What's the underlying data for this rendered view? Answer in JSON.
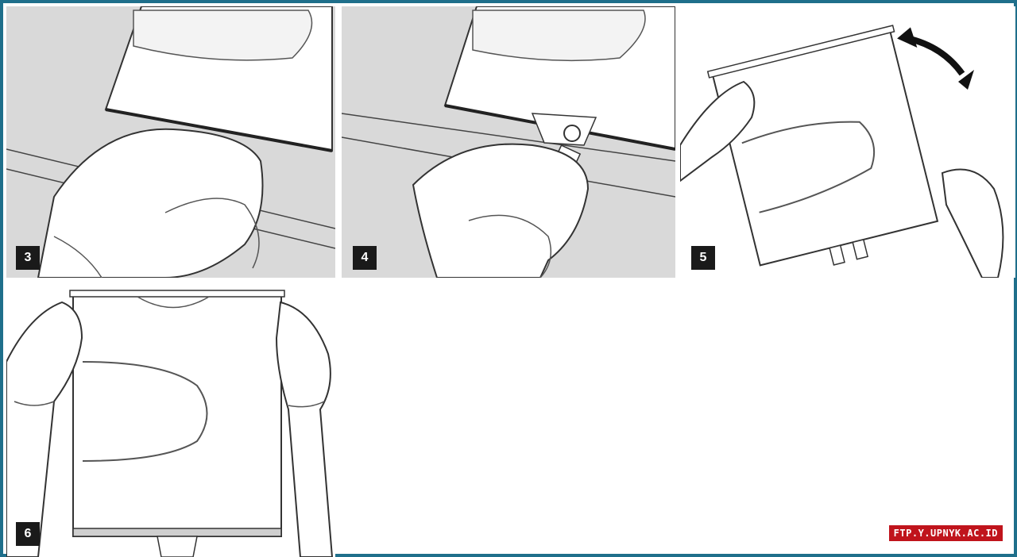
{
  "steps": [
    {
      "number": "3"
    },
    {
      "number": "4"
    },
    {
      "number": "5"
    },
    {
      "number": "6"
    }
  ],
  "watermark": {
    "text": "FTP.Y.UPNYK.AC.ID"
  },
  "colors": {
    "border": "#1f6f8b",
    "panel_bg": "#d9d9d9",
    "badge": "#1a1a1a",
    "watermark_bg": "#c0141c"
  }
}
